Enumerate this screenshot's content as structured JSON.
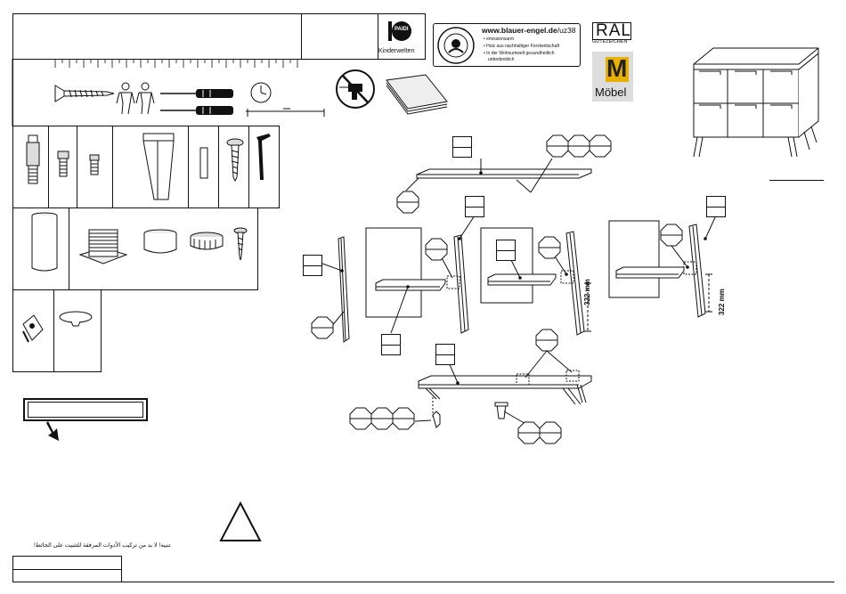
{
  "brand": {
    "name": "PAIDI",
    "subtitle": "Kinderwelten"
  },
  "blauer_engel": {
    "url_bold": "www.blauer-engel.de",
    "url_suffix": "/uz38",
    "bullets": [
      "emissionsarm",
      "Holz aus nachhaltiger Forstwirtschaft",
      "In der Wohnumwelt gesundheitlich",
      "unbedenklich"
    ],
    "seal_text": "BLAUER ENGEL"
  },
  "ral": {
    "logo": "RAL",
    "label": "GÜTEZEICHEN",
    "mark": "M",
    "product": "Möbel"
  },
  "dimensions": {
    "label_a": "322 mm",
    "label_b": "322 mm"
  },
  "notice": {
    "arabic": "تنبيه! لا بد من تركيب الأدوات المرفقة للتثبيت على الحائط!"
  },
  "icons": [
    "screw-icon",
    "two-persons-icon",
    "screwdriver-slot-icon",
    "screwdriver-phillips-icon",
    "clock-icon",
    "no-drill-icon",
    "instruction-sheet-icon",
    "warning-triangle-icon",
    "arrow-down-icon"
  ]
}
